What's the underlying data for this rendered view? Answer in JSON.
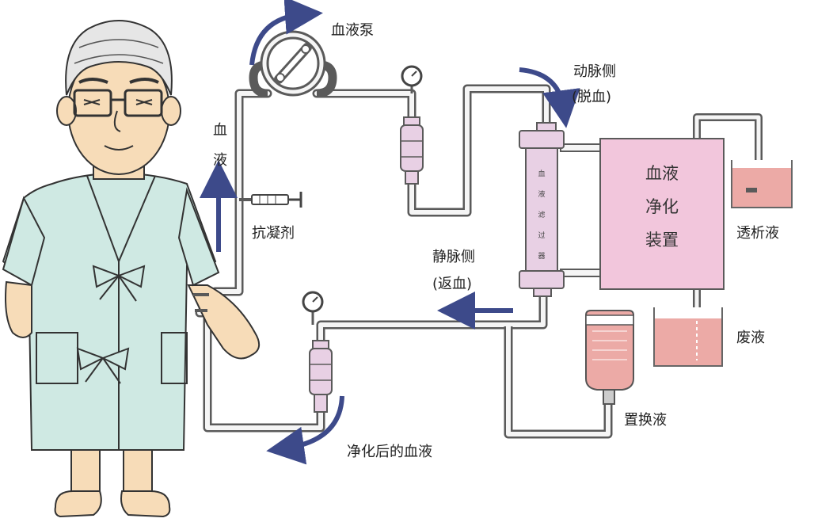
{
  "labels": {
    "blood_pump": "血液泵",
    "arterial_side": "动脉侧",
    "arterial_sub": "(脱血)",
    "blood_char1": "血",
    "blood_char2": "液",
    "anticoagulant": "抗凝剂",
    "venous_side": "静脉侧",
    "venous_sub": "(返血)",
    "purifier_line1": "血液",
    "purifier_line2": "净化",
    "purifier_line3": "装置",
    "dialysate": "透析液",
    "waste": "废液",
    "replacement": "置换液",
    "purified_blood": "净化后的血液",
    "filter_c1": "血",
    "filter_c2": "液",
    "filter_c3": "滤",
    "filter_c4": "过",
    "filter_c5": "器"
  },
  "icons": {
    "patient": "patient-illustration",
    "pump": "roller-pump-icon",
    "gauge": "pressure-gauge-icon",
    "chamber": "drip-chamber-icon",
    "syringe": "syringe-icon",
    "filter": "blood-filter-icon",
    "bag": "replacement-bag-icon",
    "beaker": "beaker-icon"
  },
  "colors": {
    "tube": "#5a5a5a",
    "tube_inner": "#f5f5f5",
    "arrow": "#3d4a8a",
    "machine": "#f2c6dc",
    "filter": "#e8d0e4",
    "liquid": "#ecaaa6",
    "gown": "#cfe9e3",
    "skin": "#f7dcb8"
  }
}
